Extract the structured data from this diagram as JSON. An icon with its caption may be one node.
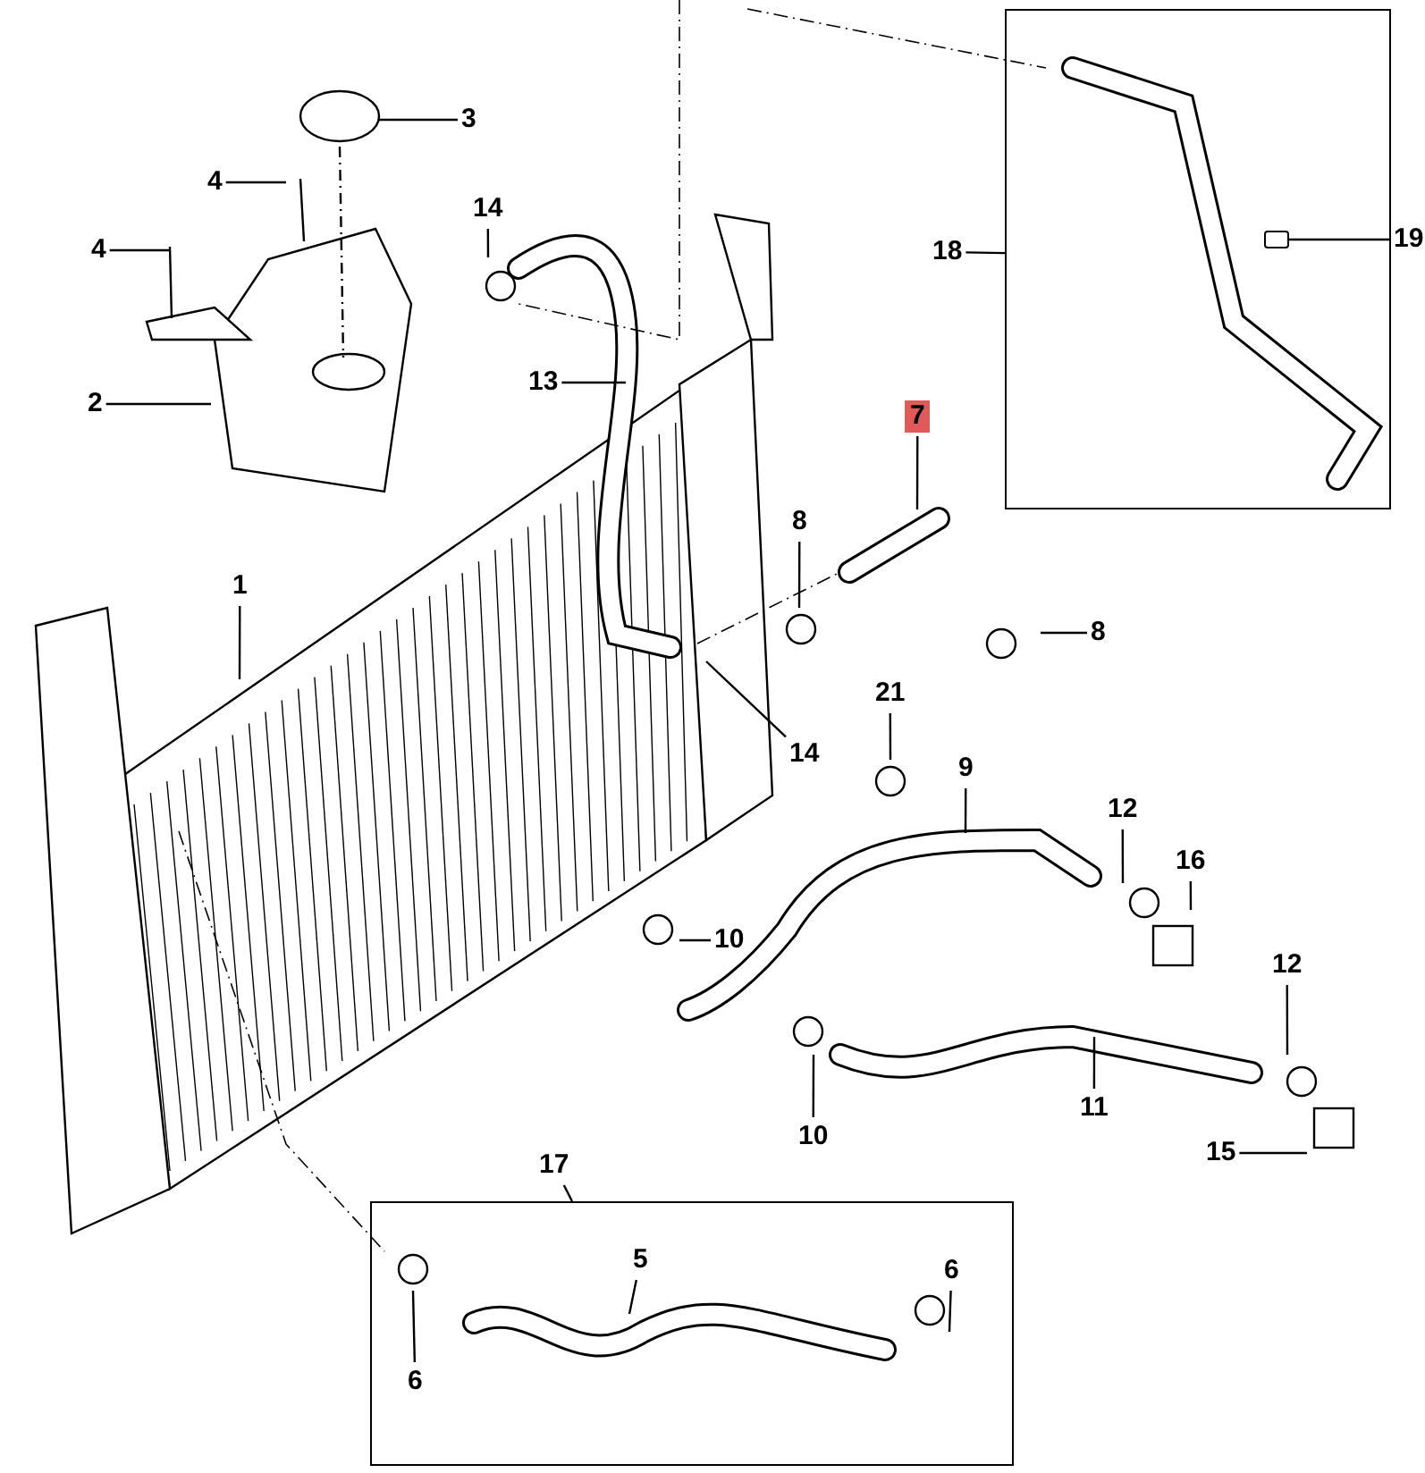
{
  "diagram": {
    "nodes": [
      {
        "text": [
          "3"
        ]
      },
      {
        "text": [
          "4"
        ]
      },
      {
        "text": [
          "14"
        ]
      },
      {
        "text": [
          "4"
        ]
      },
      {
        "text": [],
        "shape": "box"
      },
      {
        "text": [
          "18"
        ]
      },
      {
        "text": [
          "19"
        ]
      },
      {
        "text": [
          "13"
        ]
      },
      {
        "text": [
          "2"
        ]
      },
      {
        "text": [
          "7"
        ]
      },
      {
        "text": [
          "8"
        ]
      },
      {
        "text": [
          "1"
        ]
      },
      {
        "text": [
          "8"
        ]
      },
      {
        "text": [
          "21"
        ]
      },
      {
        "text": [
          "14"
        ]
      },
      {
        "text": [
          "9"
        ]
      },
      {
        "text": [
          "12"
        ]
      },
      {
        "text": [
          "16"
        ]
      },
      {
        "text": [
          "10"
        ]
      },
      {
        "text": [
          "12"
        ]
      },
      {
        "text": [
          "10"
        ]
      },
      {
        "text": [
          "11"
        ]
      },
      {
        "text": [
          "15"
        ]
      },
      {
        "text": [
          "17"
        ]
      },
      {
        "text": [],
        "shape": "box"
      },
      {
        "text": [
          "5"
        ],
        "in": 24
      },
      {
        "text": [
          "6"
        ],
        "in": 24
      },
      {
        "text": [
          "6"
        ],
        "in": 24
      },
      {
        "text": [],
        "shape": "picture",
        "in": 4
      }
    ],
    "edges": [
      {
        "from": 0,
        "to": null,
        "arrow": "none"
      },
      {
        "from": 1,
        "to": null,
        "arrow": "none"
      },
      {
        "from": 2,
        "to": null,
        "arrow": "none"
      },
      {
        "from": 3,
        "to": null,
        "arrow": "none"
      },
      {
        "from": 5,
        "to": 4,
        "arrow": "none"
      },
      {
        "from": 6,
        "to": 28,
        "arrow": "none"
      },
      {
        "from": 7,
        "to": null,
        "arrow": "none"
      },
      {
        "from": 8,
        "to": null,
        "arrow": "none"
      },
      {
        "from": 9,
        "to": null,
        "arrow": "none"
      },
      {
        "from": 10,
        "to": null,
        "arrow": "none"
      },
      {
        "from": 11,
        "to": null,
        "arrow": "none"
      },
      {
        "from": 12,
        "to": null,
        "arrow": "none"
      },
      {
        "from": 13,
        "to": null,
        "arrow": "none"
      },
      {
        "from": 14,
        "to": null,
        "arrow": "none"
      },
      {
        "from": 15,
        "to": null,
        "arrow": "none"
      },
      {
        "from": 16,
        "to": null,
        "arrow": "none"
      },
      {
        "from": 17,
        "to": null,
        "arrow": "none"
      },
      {
        "from": 18,
        "to": null,
        "arrow": "none"
      },
      {
        "from": 19,
        "to": null,
        "arrow": "none"
      },
      {
        "from": 20,
        "to": null,
        "arrow": "none"
      },
      {
        "from": 21,
        "to": null,
        "arrow": "none"
      },
      {
        "from": 22,
        "to": null,
        "arrow": "none"
      },
      {
        "from": 23,
        "to": 24,
        "arrow": "none"
      },
      {
        "from": 25,
        "to": null,
        "arrow": "none"
      },
      {
        "from": 26,
        "to": null,
        "arrow": "none"
      },
      {
        "from": 27,
        "to": null,
        "arrow": "none"
      }
    ]
  }
}
